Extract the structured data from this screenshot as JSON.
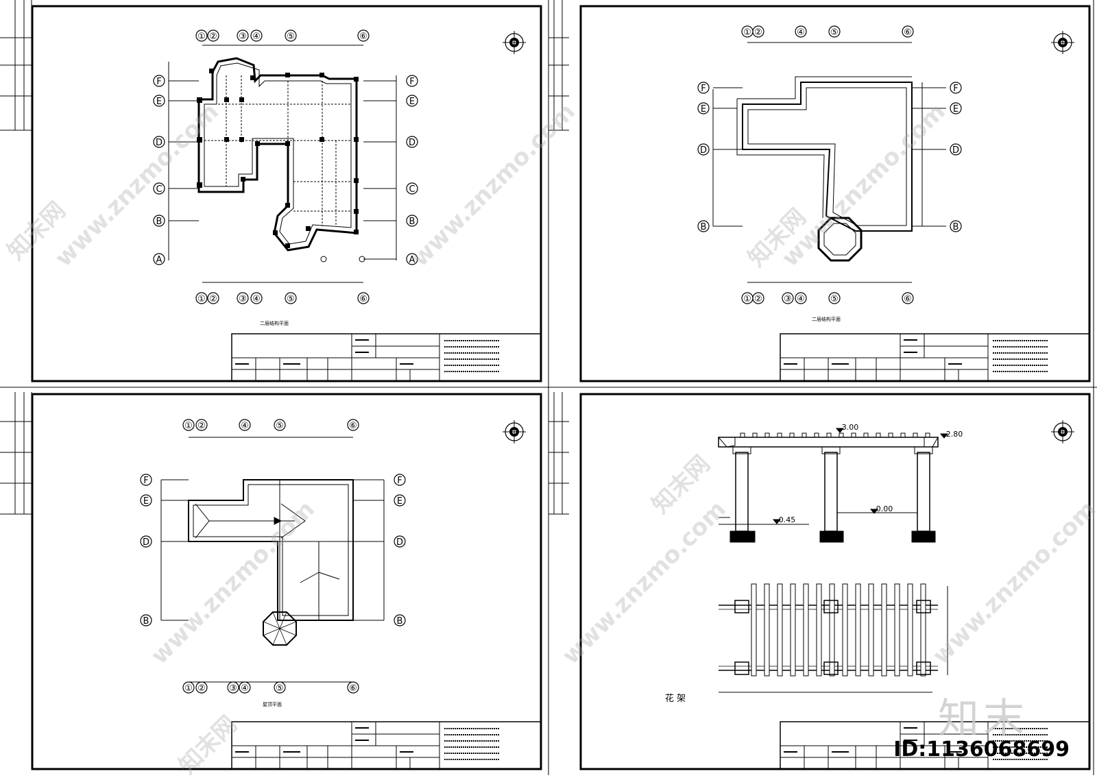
{
  "watermark": {
    "domain": "www.znzmo.com",
    "brand": "知末网",
    "logo": "知末",
    "id_label": "ID:1136068699"
  },
  "axes": {
    "numbers": [
      "①",
      "②",
      "③",
      "④",
      "⑤",
      "⑥"
    ],
    "letters": [
      "A",
      "B",
      "C",
      "D",
      "E",
      "F"
    ]
  },
  "panels": {
    "p1": {
      "caption": "二层结构平面"
    },
    "p2": {
      "caption": "二层结构平面"
    },
    "p3": {
      "caption": "屋顶平面"
    },
    "p4": {
      "caption": "花 架",
      "levels": [
        "3.00",
        "2.80",
        "0.45",
        "0.00"
      ]
    }
  }
}
